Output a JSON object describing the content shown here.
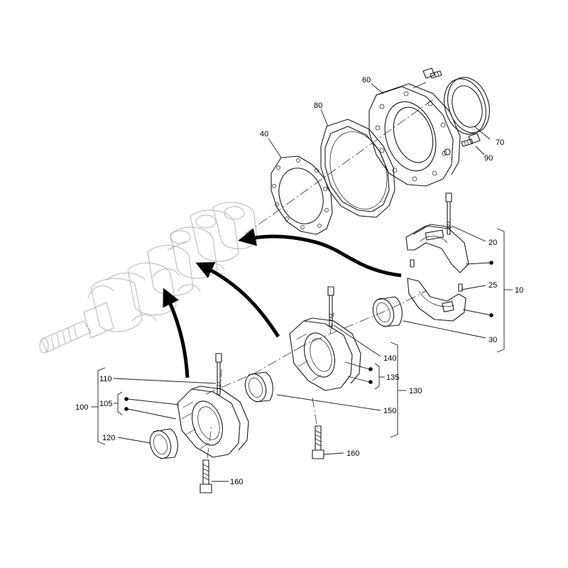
{
  "callouts": {
    "c10": "10",
    "c20": "20",
    "c25": "25",
    "c30": "30",
    "c40": "40",
    "c60": "60",
    "c70": "70",
    "c80": "80",
    "c90": "90",
    "c100": "100",
    "c105": "105",
    "c110": "110",
    "c120": "120",
    "c130": "130",
    "c135": "135",
    "c140": "140",
    "c150": "150",
    "c160a": "160",
    "c160b": "160"
  }
}
